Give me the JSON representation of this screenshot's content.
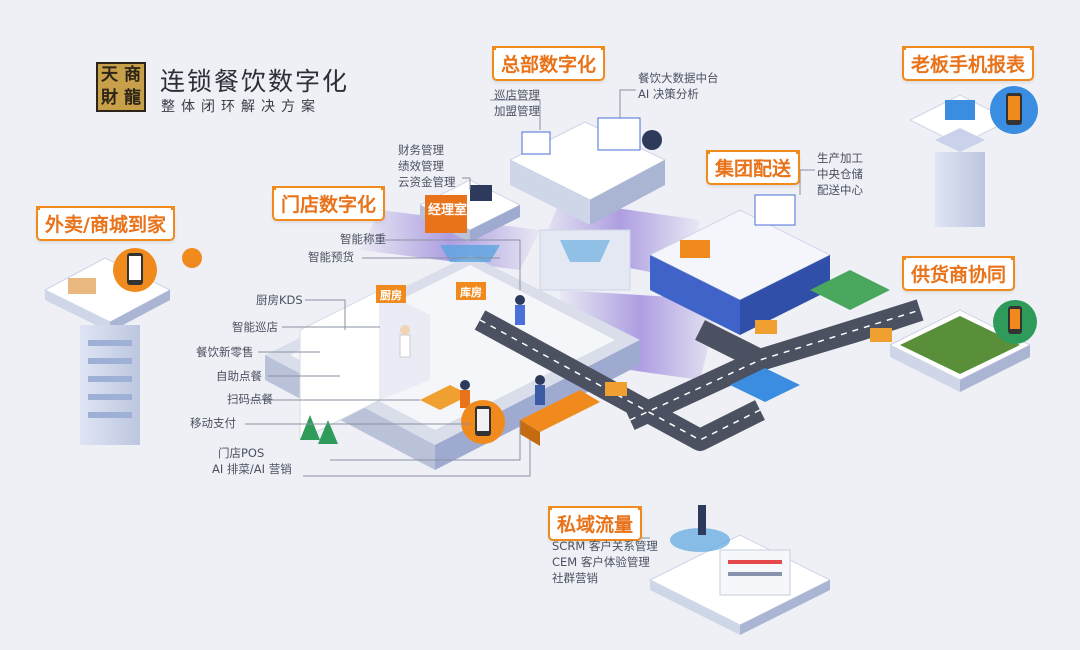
{
  "brand": {
    "logo_chars": [
      "天",
      "商",
      "財",
      "龍"
    ],
    "title": "连锁餐饮数字化",
    "subtitle": "整体闭环解决方案"
  },
  "sections": {
    "headquarters": {
      "title": "总部数字化",
      "items": [
        "巡店管理",
        "加盟管理"
      ],
      "extra": [
        "餐饮大数据中台",
        "AI 决策分析"
      ]
    },
    "boss_mobile": {
      "title": "老板手机报表"
    },
    "delivery": {
      "title": "外卖/商城到家"
    },
    "store": {
      "title": "门店数字化",
      "manager_items": [
        "财务管理",
        "绩效管理",
        "云资金管理"
      ],
      "manager_room": "经理室",
      "features": [
        "智能称重",
        "智能预货",
        "厨房KDS",
        "智能巡店",
        "餐饮新零售",
        "自助点餐",
        "扫码点餐",
        "移动支付",
        "门店POS",
        "AI 排菜/AI 营销"
      ],
      "kitchen_sign": "厨房",
      "storage_sign": "库房"
    },
    "distribution": {
      "title": "集团配送",
      "items": [
        "生产加工",
        "中央仓储",
        "配送中心"
      ]
    },
    "supplier": {
      "title": "供货商协同"
    },
    "private_traffic": {
      "title": "私域流量",
      "items": [
        "SCRM 客户关系管理",
        "CEM 客户体验管理",
        "社群营销"
      ]
    }
  },
  "colors": {
    "accent_orange": "#f08a1c",
    "platform_blue": "#4a6fd8",
    "road": "#4b5160",
    "purple_flow": "#7a5bd1",
    "background": "#eef0f5"
  }
}
